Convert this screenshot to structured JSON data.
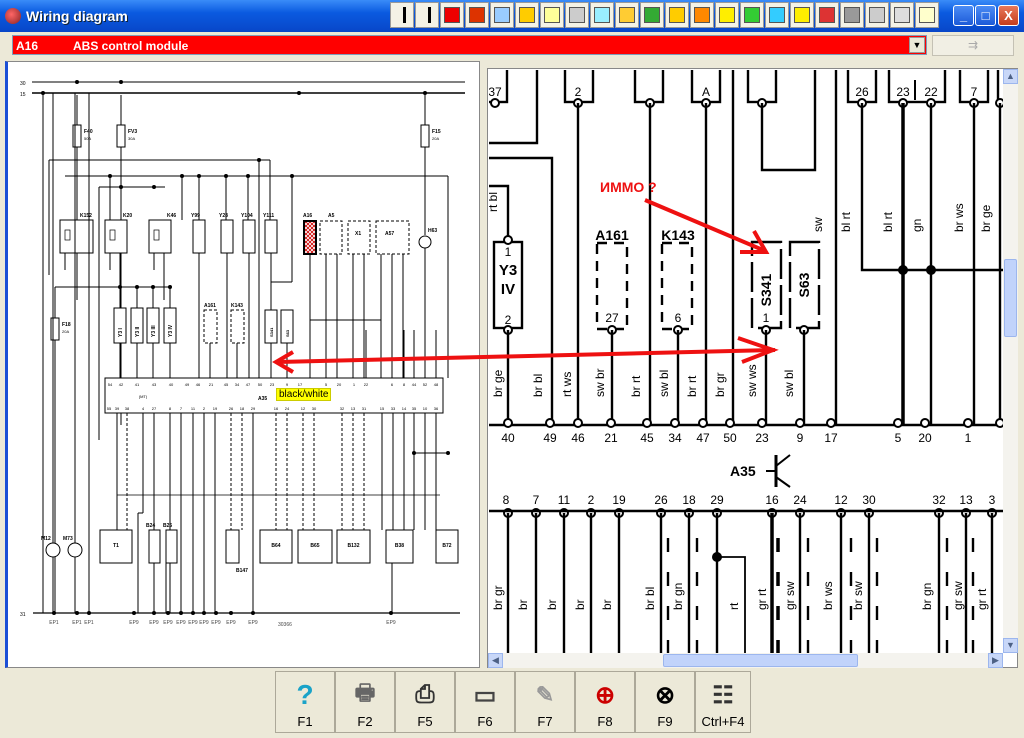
{
  "window": {
    "title": "Wiring diagram",
    "minimize": "_",
    "maximize": "□",
    "close": "X"
  },
  "toolbar": {
    "icons": [
      "first-page-icon",
      "previous-icon",
      "warning-icon",
      "component-icon",
      "wiring-icon",
      "sensor-icon",
      "tools-icon",
      "wheel-icon",
      "parts-icon",
      "battery-icon",
      "seat-icon",
      "service-icon",
      "spark-icon",
      "relay-icon",
      "printer-icon",
      "camera-icon",
      "fault-icon",
      "brake-icon",
      "engine-icon",
      "abs-icon",
      "gearbox-icon",
      "info-icon"
    ],
    "icon_colors": [
      "#000",
      "#000",
      "#e00",
      "#d30",
      "#9cf",
      "#fc0",
      "#ff9",
      "#ccc",
      "#9ef",
      "#fc3",
      "#3a3",
      "#fc0",
      "#f80",
      "#fe0",
      "#3c3",
      "#3cf",
      "#fe0",
      "#d33",
      "#999",
      "#ccc",
      "#ddd",
      "#ffc"
    ]
  },
  "selector": {
    "code": "A16",
    "description": "ABS control module",
    "color": "#ff0000",
    "go_icon": "⇉"
  },
  "left_diagram": {
    "buses": [
      "30",
      "15",
      "31"
    ],
    "fuses": [
      {
        "name": "F40",
        "rating": "50A"
      },
      {
        "name": "FV3",
        "rating": "30A"
      },
      {
        "name": "F15",
        "rating": "20A"
      },
      {
        "name": "F18",
        "rating": "20A"
      }
    ],
    "relays": [
      "K152",
      "K20",
      "K46"
    ],
    "components_top": [
      "Y99",
      "Y28",
      "Y104",
      "Y111",
      "A16",
      "A5",
      "X1",
      "A57",
      "H63"
    ],
    "valves": [
      "Y3 I",
      "Y3 II",
      "Y3 III",
      "Y3 IV"
    ],
    "components_mid": [
      "A161",
      "K143",
      "S341",
      "S63"
    ],
    "module": "A35",
    "module_pins_top": [
      "54",
      "42",
      "41",
      "43",
      "40",
      "49",
      "46",
      "21",
      "45",
      "34",
      "47",
      "50",
      "23",
      "9",
      "17",
      "5",
      "20",
      "1",
      "22",
      "6",
      "8",
      "44",
      "52",
      "48"
    ],
    "module_pins_bottom": [
      "55",
      "39",
      "38",
      "4",
      "27",
      "8",
      "7",
      "11",
      "2",
      "19",
      "26",
      "18",
      "29",
      "16",
      "24",
      "12",
      "30",
      "32",
      "13",
      "31",
      "15",
      "33",
      "14",
      "35",
      "10",
      "36"
    ],
    "mt_label": "(MT)",
    "components_bottom": [
      "M12",
      "M73",
      "T1",
      "B24",
      "B25",
      "B147",
      "B64",
      "B65",
      "B132",
      "B38",
      "B72"
    ],
    "grounds": [
      "EP1",
      "EP1",
      "EP1",
      "EP9",
      "EP9",
      "EP9",
      "EP9",
      "EP9",
      "EP9",
      "EP9",
      "EP9",
      "EP9",
      "EP9"
    ],
    "diagram_number": "30366",
    "tooltip": "black/white"
  },
  "right_diagram": {
    "top_pins": [
      "37",
      "2",
      "A",
      "26",
      "23",
      "22",
      "7"
    ],
    "top_wire_labels": [
      "rt bl",
      "sw",
      "bl rt",
      "bl rt",
      "gn",
      "br ws",
      "br ge"
    ],
    "components": [
      {
        "name": "Y3",
        "sub": "IV",
        "pin_top": "1",
        "pin_bottom": "2"
      },
      {
        "name": "A161",
        "pin_bottom": "27"
      },
      {
        "name": "K143",
        "pin_bottom": "6"
      },
      {
        "name": "S341",
        "pin_bottom": "1"
      },
      {
        "name": "S63"
      }
    ],
    "upper_wire_labels": [
      "br ge",
      "br bl",
      "rt ws",
      "sw br",
      "br rt",
      "sw bl",
      "br rt",
      "br gr",
      "sw ws",
      "sw bl"
    ],
    "upper_bus_pins": [
      "40",
      "49",
      "46",
      "21",
      "45",
      "34",
      "47",
      "50",
      "23",
      "9",
      "17",
      "5",
      "20",
      "1"
    ],
    "module": "A35",
    "lower_bus_pins": [
      "8",
      "7",
      "11",
      "2",
      "19",
      "26",
      "18",
      "29",
      "16",
      "24",
      "12",
      "30",
      "32",
      "13",
      "3"
    ],
    "lower_wire_labels": [
      "br gr",
      "br",
      "br",
      "br",
      "br",
      "br bl",
      "br gn",
      "rt",
      "gr rt",
      "gr sw",
      "br ws",
      "br sw",
      "br gn",
      "gr sw",
      "gr rt"
    ],
    "annotation": "ИММО ?",
    "annotation_color": "#ee1111"
  },
  "function_keys": [
    {
      "label": "F1",
      "icon": "help-icon"
    },
    {
      "label": "F2",
      "icon": "print-preview-icon"
    },
    {
      "label": "F5",
      "icon": "printer-icon"
    },
    {
      "label": "F6",
      "icon": "connector-pins-icon"
    },
    {
      "label": "F7",
      "icon": "probe-icon"
    },
    {
      "label": "F8",
      "icon": "component-zoom-icon"
    },
    {
      "label": "F9",
      "icon": "ground-zoom-icon"
    },
    {
      "label": "Ctrl+F4",
      "icon": "window-list-icon"
    }
  ]
}
